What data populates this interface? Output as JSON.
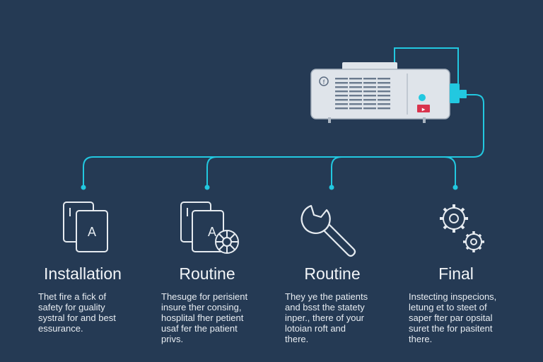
{
  "device": {
    "logo_glyph": "f",
    "status_label": "▶"
  },
  "steps": [
    {
      "title": "Installation",
      "icon": "cards-icon",
      "card_letter": "A",
      "body": "Thet fire a fick of\nsafety for guality\nsystral for and best\nessurance."
    },
    {
      "title": "Routine",
      "icon": "cards-gear-icon",
      "card_letter": "A",
      "body": "Thesuge for perisient\ninsure ther consing,\nhosplital fher petient\nusaf fer the patient\nprivs."
    },
    {
      "title": "Routine",
      "icon": "wrench-icon",
      "body": "They ye the patients\nand bsst the statety\ninper., there of your\nlotoian roft and\nthere."
    },
    {
      "title": "Final",
      "icon": "gears-icon",
      "body": "Instecting inspecions,\nletung et to steet of\nsaper fter par opsital\nsuret the for pasitent\nthere."
    }
  ],
  "colors": {
    "background": "#253a54",
    "accent": "#22c8e0",
    "device_fill": "#dfe4ea",
    "device_slats": "#6a7a8e",
    "alert_red": "#d9344d",
    "icon_stroke": "#e6ebf0"
  }
}
